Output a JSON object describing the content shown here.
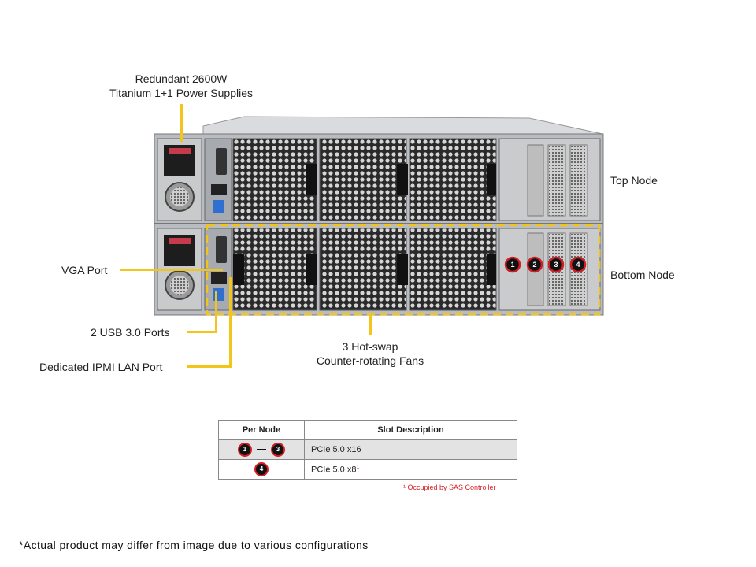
{
  "callouts": {
    "psu_line1": "Redundant 2600W",
    "psu_line2": "Titanium 1+1 Power Supplies",
    "top_node": "Top Node",
    "bottom_node": "Bottom Node",
    "vga_port": "VGA Port",
    "usb_ports": "2 USB 3.0 Ports",
    "ipmi_port": "Dedicated IPMI LAN Port",
    "fans_line1": "3 Hot-swap",
    "fans_line2": "Counter-rotating Fans"
  },
  "slot_badges": [
    "1",
    "2",
    "3",
    "4"
  ],
  "table": {
    "header_per_node": "Per Node",
    "header_slot_desc": "Slot Description",
    "rows": [
      {
        "badge_start": "1",
        "badge_end": "3",
        "description": "PCIe 5.0 x16"
      },
      {
        "badge": "4",
        "description": "PCIe 5.0 x8",
        "footnote_mark": "1"
      }
    ],
    "footnote": "¹ Occupied by SAS Controller"
  },
  "disclaimer": "*Actual product may differ from image due to various configurations",
  "colors": {
    "accent": "#f3c419",
    "badge_ring": "#d21f26",
    "chassis": "#b9bcc0"
  }
}
